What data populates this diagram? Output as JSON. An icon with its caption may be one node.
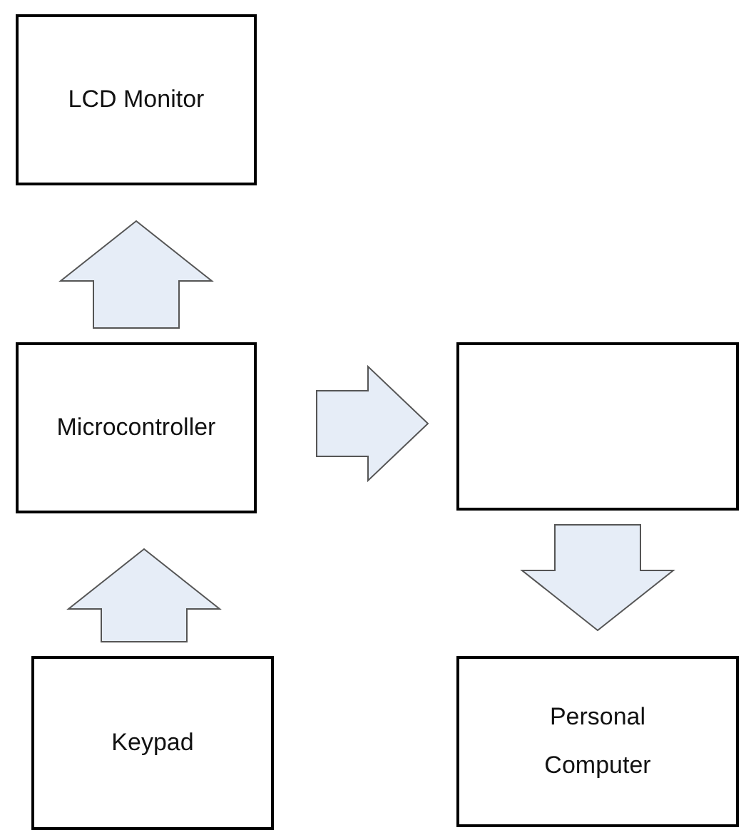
{
  "diagram": {
    "nodes": [
      {
        "text": [
          "LCD Monitor"
        ]
      },
      {
        "text": [
          "Microcontroller"
        ]
      },
      {
        "text": [],
        "shape": "box"
      },
      {
        "text": [
          "Keypad"
        ]
      },
      {
        "text": [
          "Personal Computer"
        ]
      }
    ],
    "edges": [
      {
        "from": 1,
        "to": 0,
        "arrow": "to"
      },
      {
        "from": 3,
        "to": 1,
        "arrow": "to"
      },
      {
        "from": 1,
        "to": 2,
        "arrow": "to"
      },
      {
        "from": 2,
        "to": 4,
        "arrow": "to"
      }
    ]
  }
}
